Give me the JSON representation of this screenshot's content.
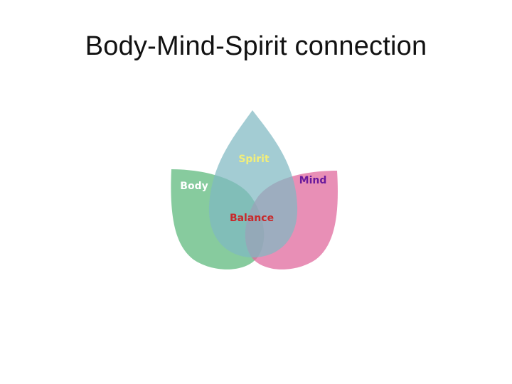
{
  "slide": {
    "title": "Body-Mind-Spirit connection"
  },
  "diagram": {
    "labels": {
      "spirit": "Spirit",
      "body": "Body",
      "mind": "Mind",
      "center": "Balance"
    },
    "colors": {
      "spirit_petal": "#7fb9c2",
      "body_petal": "#5fba7d",
      "mind_petal": "#e06a9e",
      "spirit_text": "#f2ee7a",
      "body_text": "#ffffff",
      "mind_text": "#6a1a9c",
      "center_text": "#c8282a"
    }
  }
}
